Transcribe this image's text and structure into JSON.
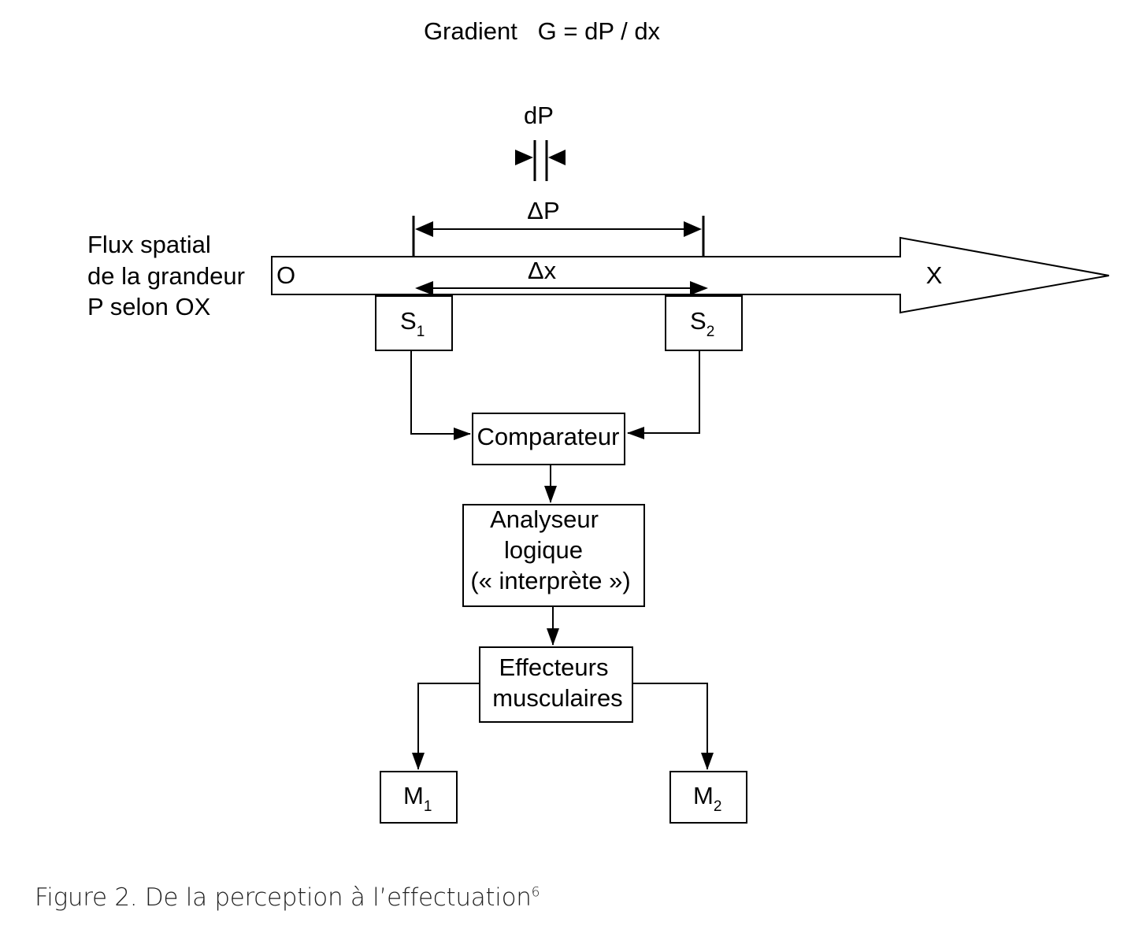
{
  "title": "Gradient   G = dP / dx",
  "labels": {
    "dP": "dP",
    "delta_p": "ΔP",
    "delta_x": "Δx",
    "origin": "O",
    "axis_x": "X",
    "flux_line1": "Flux spatial",
    "flux_line2": "de la grandeur",
    "flux_line3": "P selon OX"
  },
  "sensors": [
    {
      "base": "S",
      "sub": "1"
    },
    {
      "base": "S",
      "sub": "2"
    }
  ],
  "comparator": "Comparateur",
  "analyzer": [
    "Analyseur",
    "logique",
    "(« interprète »)"
  ],
  "effectors": [
    "Effecteurs",
    "musculaires"
  ],
  "muscles": [
    {
      "base": "M",
      "sub": "1"
    },
    {
      "base": "M",
      "sub": "2"
    }
  ],
  "caption": {
    "text": "Figure 2. De la perception à l’effectuation",
    "note": "6"
  }
}
